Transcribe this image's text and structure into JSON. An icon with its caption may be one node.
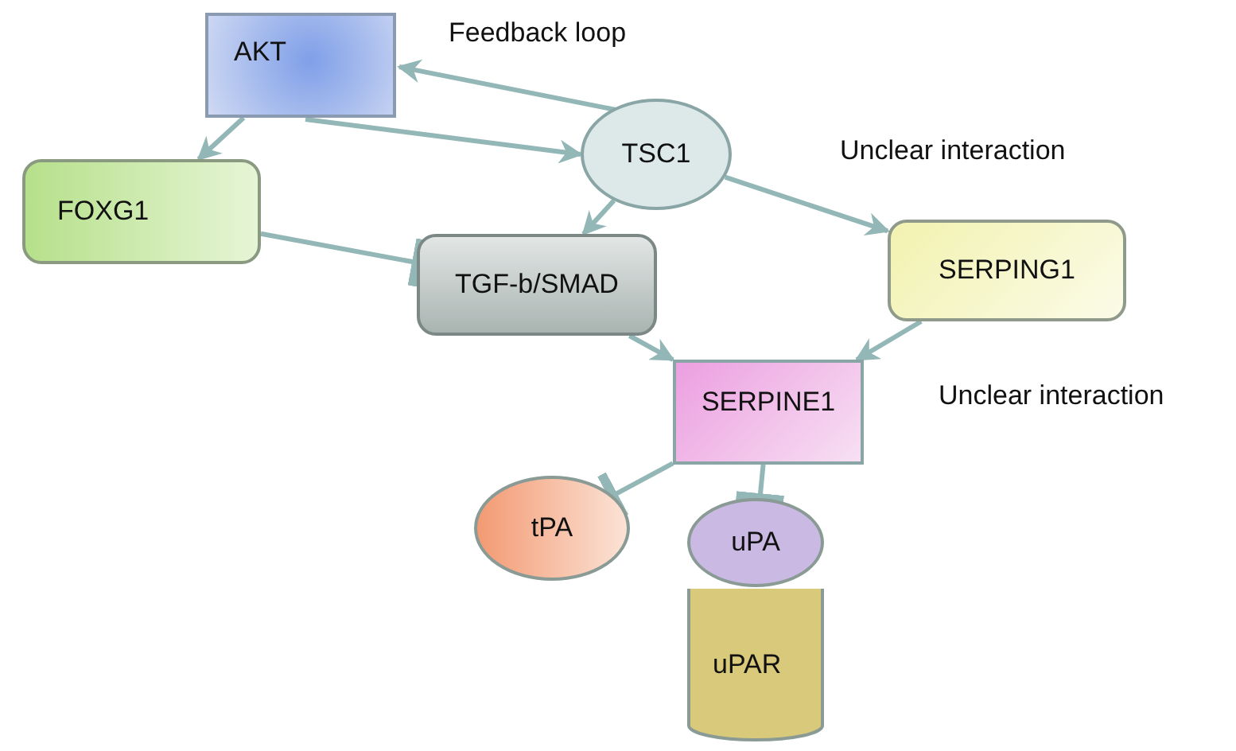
{
  "diagram": {
    "nodes": [
      {
        "text": [
          "AKT"
        ]
      },
      {
        "text": [
          "TSC1"
        ]
      },
      {
        "text": [
          "FOXG1"
        ]
      },
      {
        "text": [
          "TGF-b/SMAD"
        ]
      },
      {
        "text": [
          "SERPING1"
        ]
      },
      {
        "text": [
          "SERPINE1"
        ]
      },
      {
        "text": [
          "tPA"
        ]
      },
      {
        "text": [
          "uPA"
        ]
      },
      {
        "text": [
          "uPAR"
        ]
      }
    ],
    "edges": [
      {
        "from": 1,
        "to": 0,
        "arrow": "to",
        "label": "Feedback loop"
      },
      {
        "from": 0,
        "to": 2,
        "arrow": "to"
      },
      {
        "from": 0,
        "to": 1,
        "arrow": "to"
      },
      {
        "from": 1,
        "to": 3,
        "arrow": "to"
      },
      {
        "from": 1,
        "to": 4,
        "arrow": "to",
        "label": "Unclear interaction"
      },
      {
        "from": 2,
        "to": 3,
        "arrow": "other"
      },
      {
        "from": 3,
        "to": 5,
        "arrow": "to"
      },
      {
        "from": 4,
        "to": 5,
        "arrow": "to",
        "label": "Unclear interaction"
      },
      {
        "from": 5,
        "to": 6,
        "arrow": "other"
      },
      {
        "from": 5,
        "to": 7,
        "arrow": "other"
      }
    ]
  }
}
